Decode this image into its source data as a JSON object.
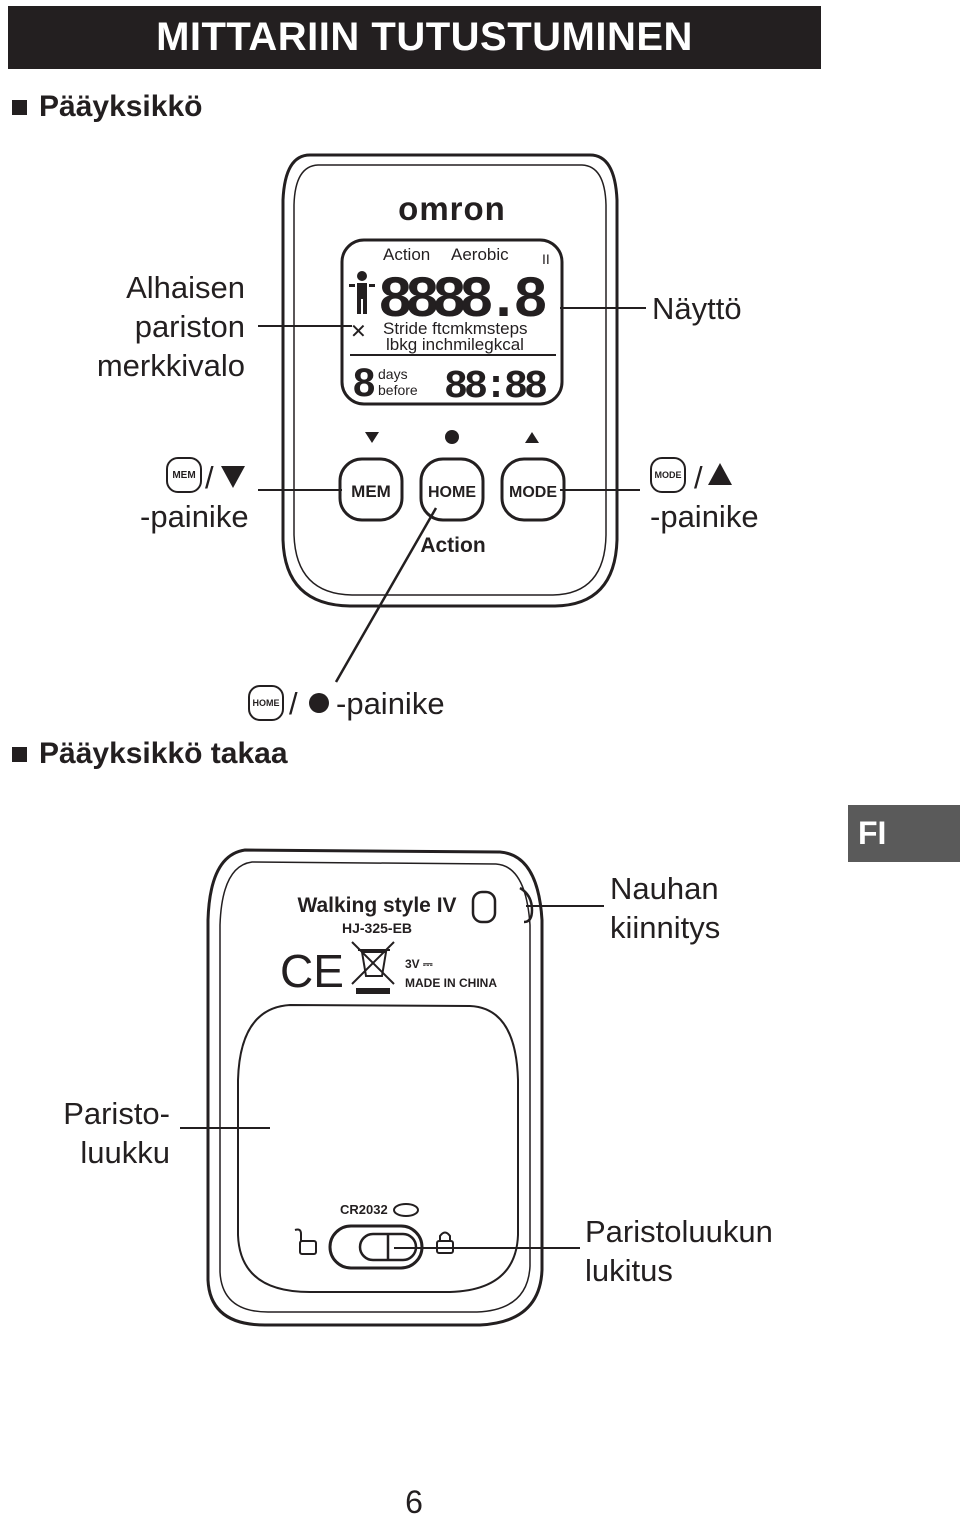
{
  "header": {
    "title": "MITTARIIN TUTUSTUMINEN"
  },
  "sections": {
    "main_unit": "Pääyksikkö",
    "main_unit_back": "Pääyksikkö takaa"
  },
  "front_labels": {
    "low_battery": [
      "Alhaisen",
      "pariston",
      "merkkivalo"
    ],
    "display": "Näyttö",
    "mem_button": "-painike",
    "mode_button": "-painike",
    "home_button": "-painike",
    "slash": "/"
  },
  "icons": {
    "mem": "MEM",
    "mode": "MODE",
    "home": "HOME"
  },
  "device_front": {
    "brand": "omron",
    "lcd_top": [
      "Action",
      "Aerobic"
    ],
    "lcd_digits": "8888.8",
    "lcd_units_1": "Stride  ftcmkmsteps",
    "lcd_units_2": "lbkg  inchmilegkcal",
    "lcd_days_digit": "8",
    "lcd_days": "days",
    "lcd_before": "before",
    "lcd_time": "88:88",
    "buttons": [
      "MEM",
      "HOME",
      "MODE"
    ],
    "action_label": "Action"
  },
  "back_labels": {
    "strap": [
      "Nauhan",
      "kiinnitys"
    ],
    "battery_cover": [
      "Paristo-",
      "luukku"
    ],
    "cover_lock": [
      "Paristoluukun",
      "lukitus"
    ]
  },
  "device_back": {
    "model": "Walking style IV",
    "model_code": "HJ-325-EB",
    "ce": "CE",
    "voltage": "3V ⎓",
    "origin": "MADE IN CHINA",
    "battery": "CR2032"
  },
  "lang_tab": "FI",
  "page_number": "6"
}
